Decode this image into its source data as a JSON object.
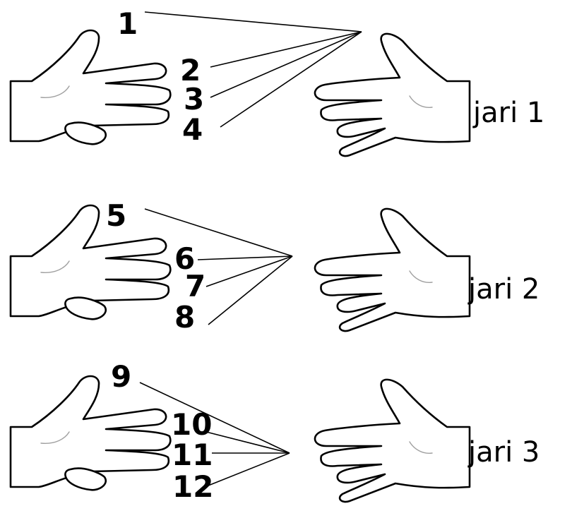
{
  "rows": [
    {
      "numbers": [
        "1",
        "2",
        "3",
        "4"
      ],
      "label": "jari 1"
    },
    {
      "numbers": [
        "5",
        "6",
        "7",
        "8"
      ],
      "label": "jari 2"
    },
    {
      "numbers": [
        "9",
        "10",
        "11",
        "12"
      ],
      "label": "jari 3"
    }
  ]
}
